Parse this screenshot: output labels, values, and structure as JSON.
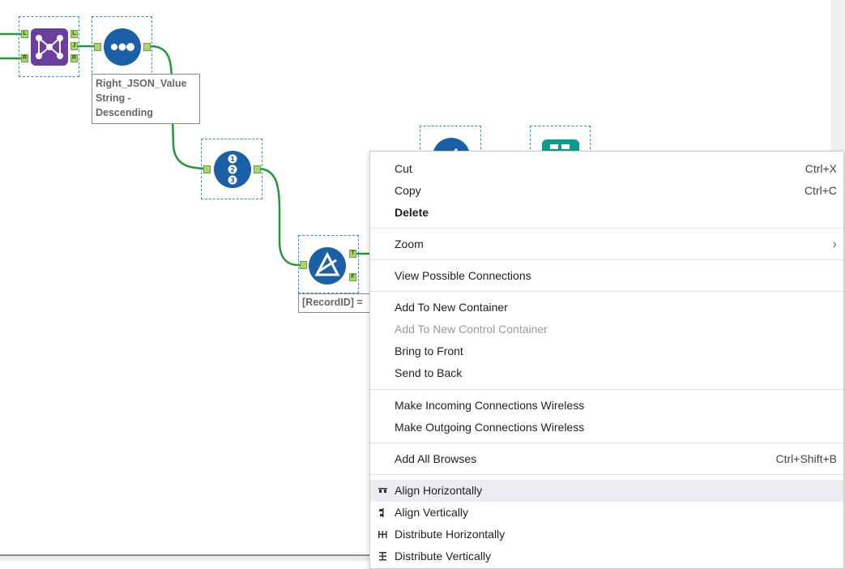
{
  "canvas": {
    "annotations": {
      "sort_lines": [
        "Right_JSON_Value",
        "String -",
        "Descending"
      ],
      "filter_expression": "[RecordID] ="
    },
    "anchors": {
      "join_in_left": "L",
      "join_in_right": "R",
      "join_out_left": "L",
      "join_out_join": "J",
      "join_out_right": "R",
      "filter_true": "T",
      "filter_false": "F"
    }
  },
  "context_menu": {
    "items": [
      {
        "label": "Cut",
        "shortcut": "Ctrl+X"
      },
      {
        "label": "Copy",
        "shortcut": "Ctrl+C"
      },
      {
        "label": "Delete",
        "shortcut": ""
      },
      {
        "label": "Zoom",
        "shortcut": "›"
      },
      {
        "label": "View Possible Connections",
        "shortcut": ""
      },
      {
        "label": "Add To New Container",
        "shortcut": ""
      },
      {
        "label": "Add To New Control Container",
        "shortcut": ""
      },
      {
        "label": "Bring to Front",
        "shortcut": ""
      },
      {
        "label": "Send to Back",
        "shortcut": ""
      },
      {
        "label": "Make Incoming Connections Wireless",
        "shortcut": ""
      },
      {
        "label": "Make Outgoing Connections Wireless",
        "shortcut": ""
      },
      {
        "label": "Add All Browses",
        "shortcut": "Ctrl+Shift+B"
      },
      {
        "label": "Align Horizontally",
        "icon": "align-horizontal-icon"
      },
      {
        "label": "Align Vertically",
        "icon": "align-vertical-icon"
      },
      {
        "label": "Distribute Horizontally",
        "icon": "distribute-horizontal-icon"
      },
      {
        "label": "Distribute Vertically",
        "icon": "distribute-vertical-icon"
      }
    ]
  },
  "colors": {
    "connection": "#1e9a3a",
    "join_tool": "#6b3fa0",
    "sort_tool": "#1b5fa6",
    "record_tool": "#1b5fa6",
    "filter_tool": "#1b5fa6",
    "teal_tool": "#0d9c8c",
    "selection_border": "#2f8fd4",
    "menu_highlight": "#ebedf2"
  }
}
